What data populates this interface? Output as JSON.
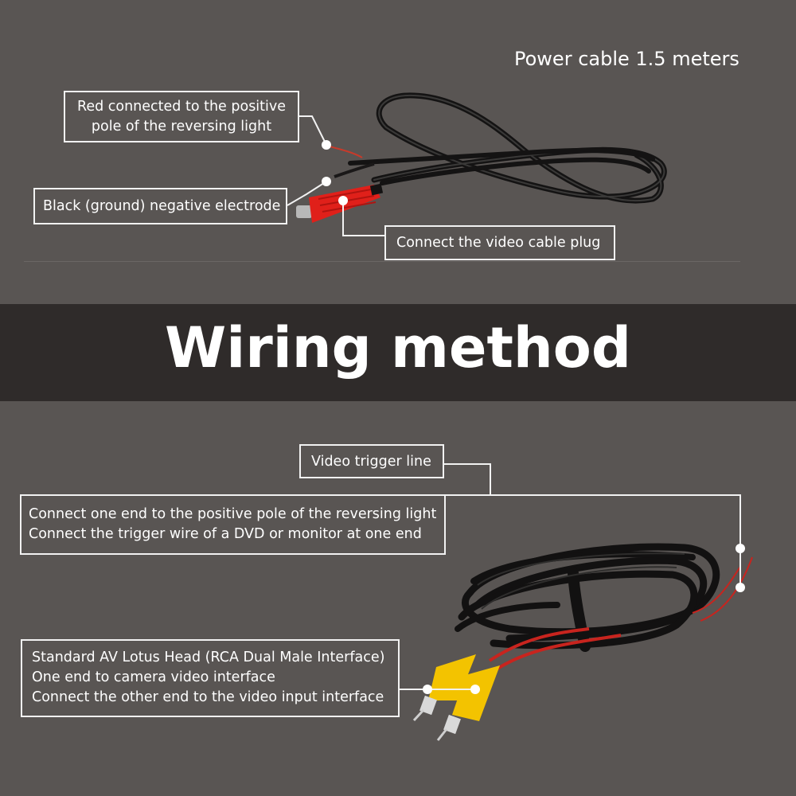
{
  "top_section": {
    "power_cable_label": "Power cable 1.5 meters",
    "red_wire_label": [
      "Red connected to the positive",
      "pole of the reversing light"
    ],
    "black_wire_label": "Black (ground) negative electrode",
    "video_plug_label": "Connect the video cable plug"
  },
  "banner": {
    "title": "Wiring method"
  },
  "bottom_section": {
    "trigger_label": "Video trigger line",
    "trigger_description": [
      "Connect one end to the positive pole of the reversing light",
      "Connect the trigger wire of a DVD or monitor at one end"
    ],
    "rca_description": [
      "Standard AV Lotus Head (RCA Dual Male Interface)",
      "One end to camera video interface",
      "Connect the other end to the video input interface"
    ]
  },
  "colors": {
    "background": "#595553",
    "banner": "#2f2b2a",
    "cable": "#151414",
    "red_connector": "#e0201a",
    "rca_yellow": "#f3c300",
    "wire_red": "#c8241e"
  }
}
